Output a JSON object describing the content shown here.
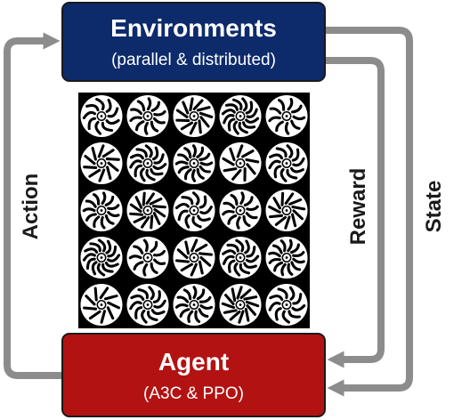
{
  "environments": {
    "title": "Environments",
    "subtitle": "(parallel & distributed)",
    "color": "#0d2a6b"
  },
  "agent": {
    "title": "Agent",
    "subtitle": "(A3C & PPO)",
    "color": "#b31212"
  },
  "edges": {
    "action": "Action",
    "reward": "Reward",
    "state": "State"
  },
  "arrow_color": "#8c8c8c",
  "environment_grid": {
    "rows": 5,
    "cols": 5,
    "icon": "fan-wheel-icon",
    "background": "#000000",
    "icon_color": "#ffffff"
  }
}
